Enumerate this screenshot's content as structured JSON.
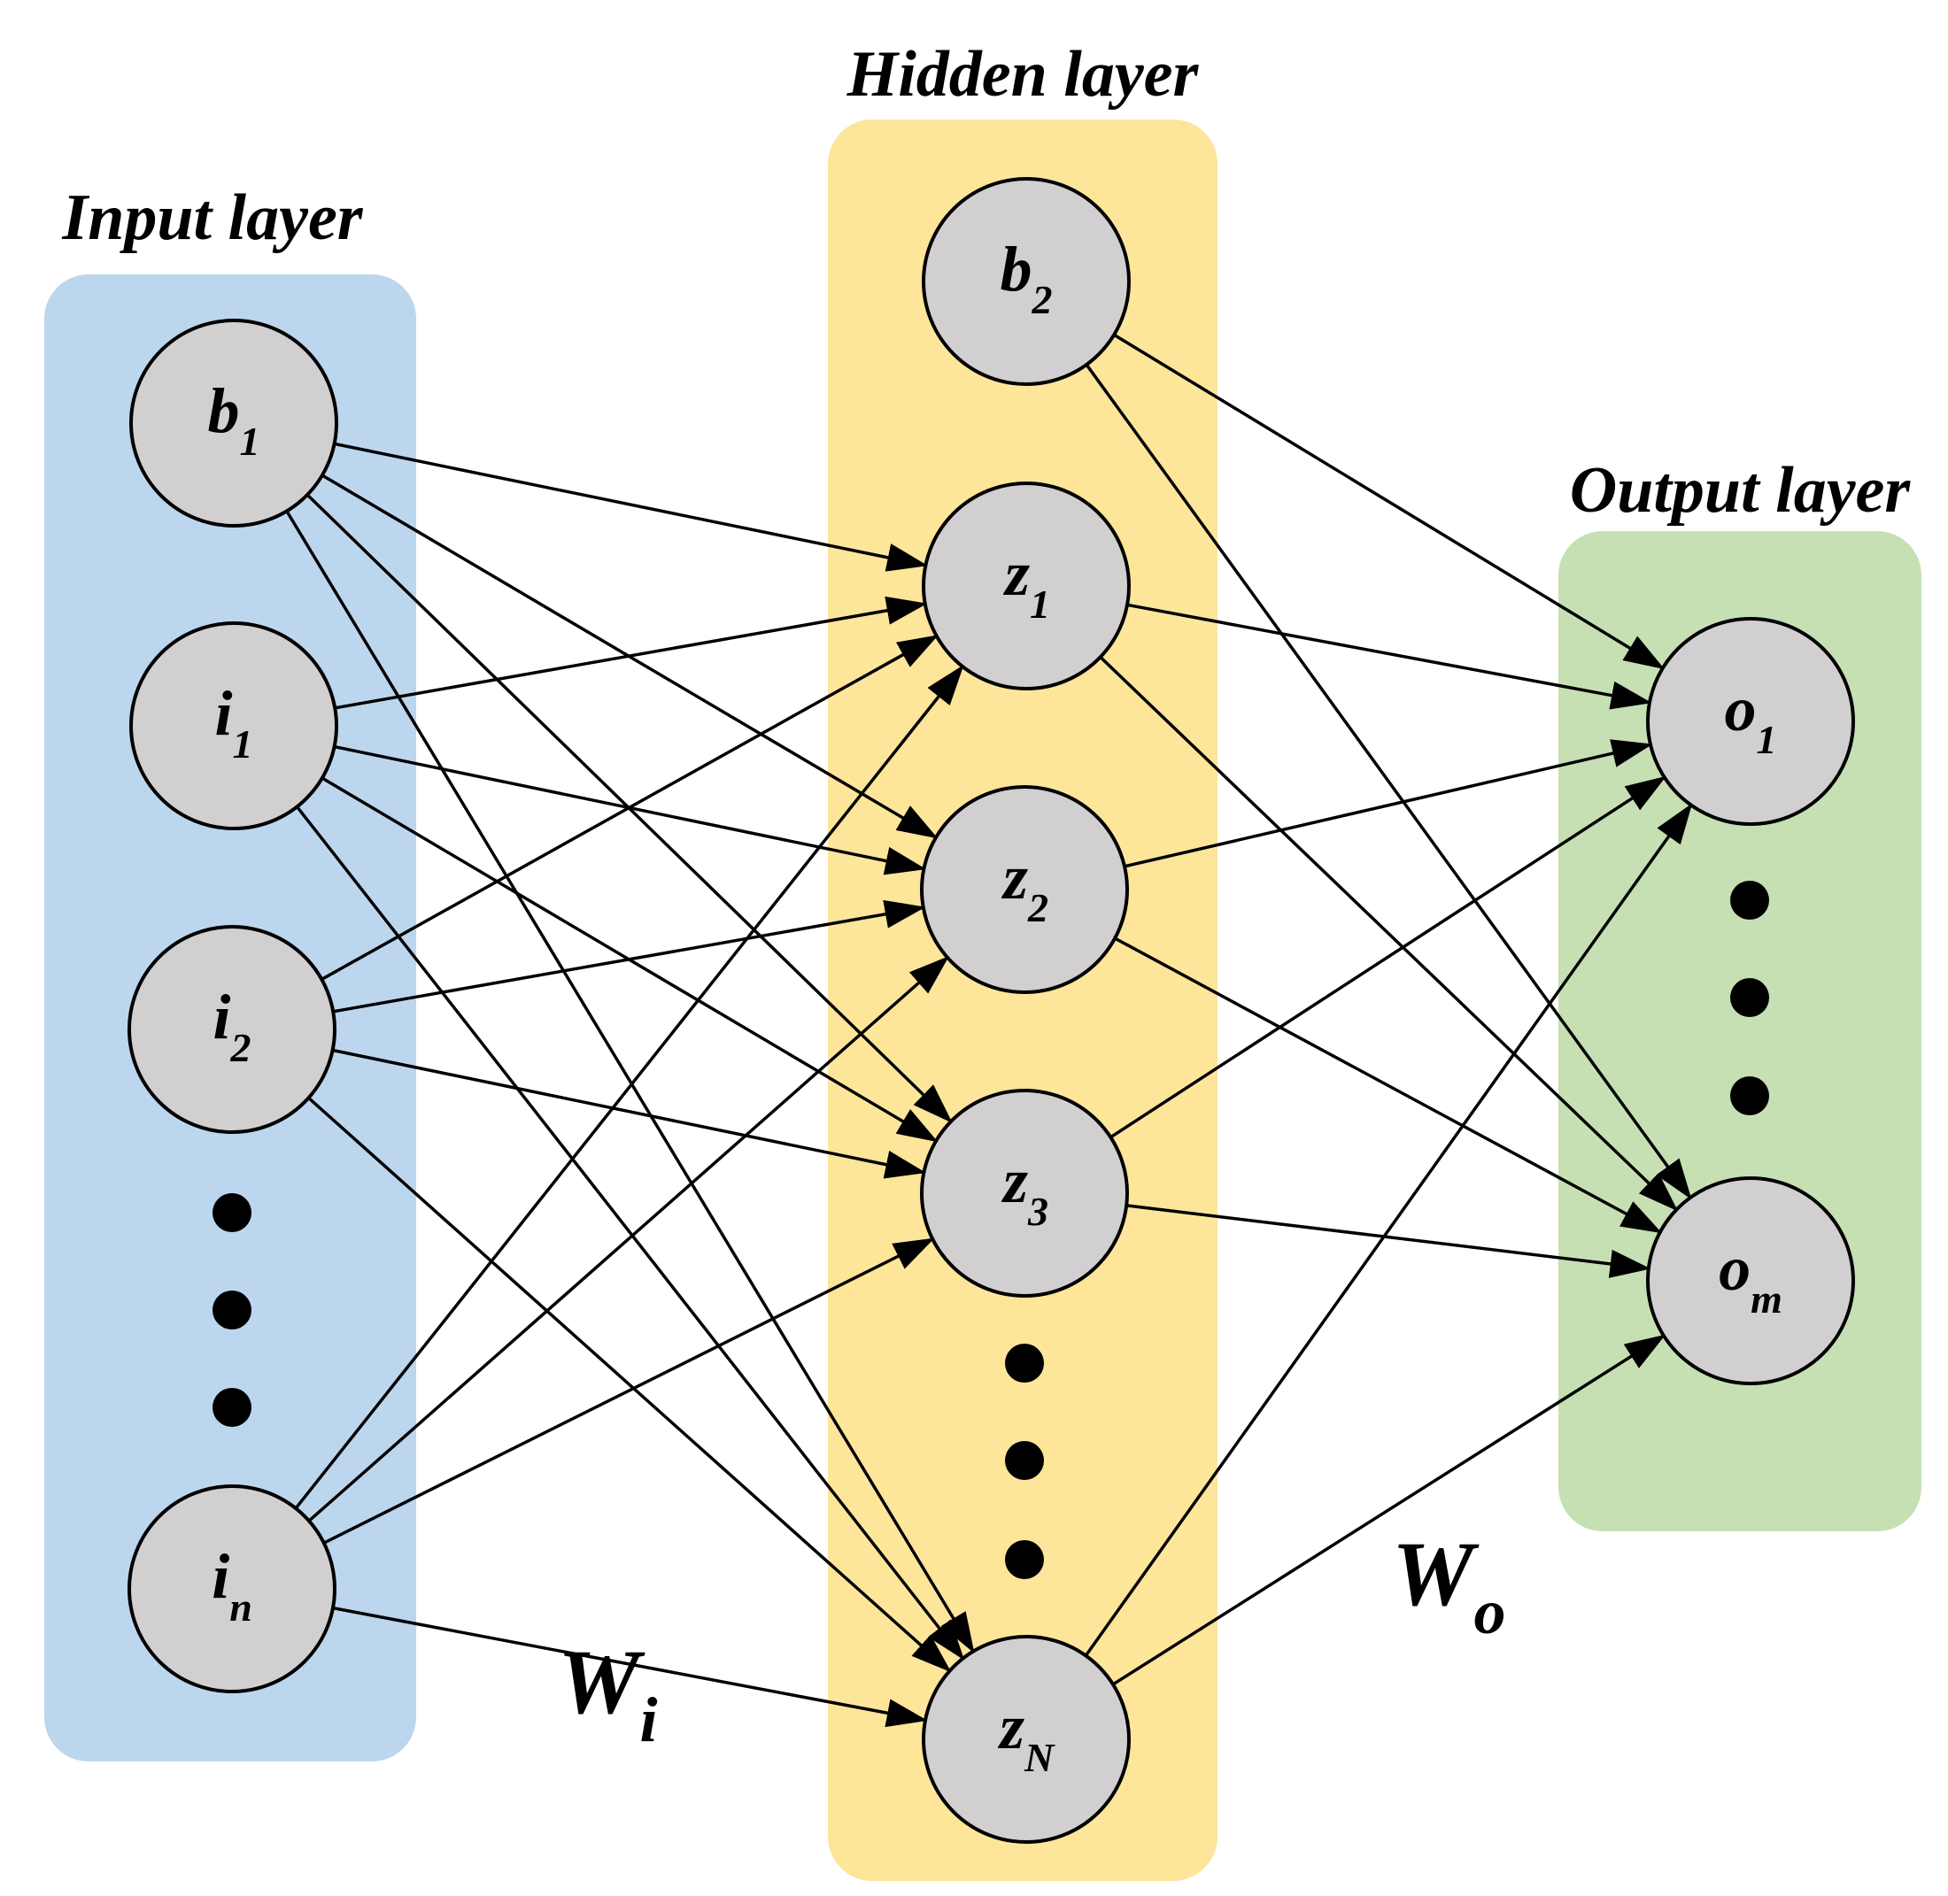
{
  "layers": {
    "input": {
      "title": "Input layer",
      "color": "#bcd6ee"
    },
    "hidden": {
      "title": "Hidden layer",
      "color": "#fde59a"
    },
    "output": {
      "title": "Output layer",
      "color": "#c6e0b4"
    }
  },
  "nodes": {
    "input": [
      {
        "id": "b1",
        "base": "b",
        "sub": "1"
      },
      {
        "id": "i1",
        "base": "i",
        "sub": "1"
      },
      {
        "id": "i2",
        "base": "i",
        "sub": "2"
      },
      {
        "id": "in",
        "base": "i",
        "sub": "n"
      }
    ],
    "hidden": [
      {
        "id": "b2",
        "base": "b",
        "sub": "2"
      },
      {
        "id": "z1",
        "base": "z",
        "sub": "1"
      },
      {
        "id": "z2",
        "base": "z",
        "sub": "2"
      },
      {
        "id": "z3",
        "base": "z",
        "sub": "3"
      },
      {
        "id": "zN",
        "base": "z",
        "sub": "N"
      }
    ],
    "output": [
      {
        "id": "o1",
        "base": "o",
        "sub": "1"
      },
      {
        "id": "om",
        "base": "o",
        "sub": "m"
      }
    ]
  },
  "edges": {
    "input_to_hidden": {
      "from": [
        "b1",
        "i1",
        "i2",
        "in"
      ],
      "to": [
        "z1",
        "z2",
        "z3",
        "zN"
      ]
    },
    "hidden_to_output": {
      "from": [
        "b2",
        "z1",
        "z2",
        "z3",
        "zN"
      ],
      "to": [
        "o1",
        "om"
      ]
    }
  },
  "weights": {
    "input": {
      "base": "W",
      "sub": "i"
    },
    "output": {
      "base": "W",
      "sub": "o"
    }
  }
}
